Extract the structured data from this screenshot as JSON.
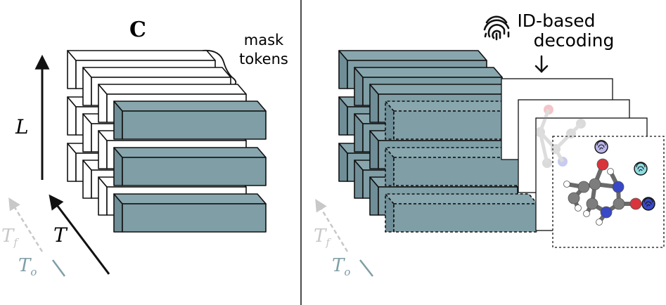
{
  "left_panel": {
    "title": "C",
    "mask_label_line1": "mask",
    "mask_label_line2": "tokens",
    "axis_l": "L",
    "axis_t": "T",
    "axis_tf_base": "T",
    "axis_tf_sub": "f",
    "axis_to_base": "T",
    "axis_to_sub": "o"
  },
  "right_panel": {
    "decoding_label_line1": "ID-based",
    "decoding_label_line2": "decoding",
    "axis_tf_base": "T",
    "axis_tf_sub": "f",
    "axis_to_base": "T",
    "axis_to_sub": "o"
  },
  "colors": {
    "token_fill": "#7f9ea6",
    "token_side": "#6f8e97",
    "token_top": "#88a6ad",
    "mask_fill": "#ffffff",
    "stroke": "#111111",
    "faded_arrow": "#c8c8c8",
    "to_color": "#7f9ea6",
    "oxygen": "#d9333c",
    "nitrogen": "#3948c4",
    "carbon": "#7d7d7d",
    "id_badge_cyan": "#8fdde3"
  },
  "icons": [
    "fingerprint-icon",
    "down-arrow-icon"
  ]
}
